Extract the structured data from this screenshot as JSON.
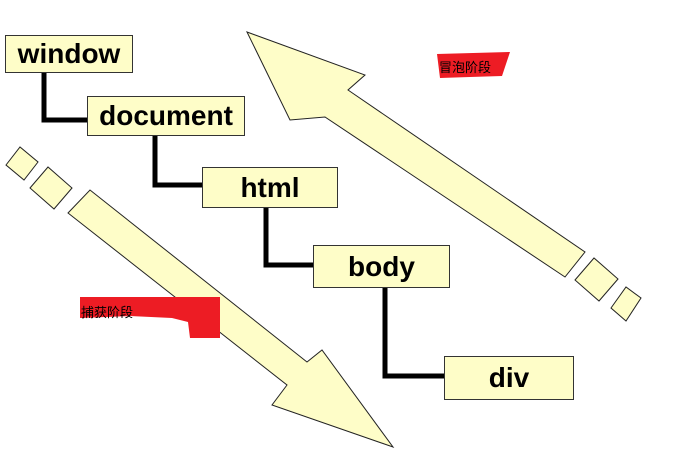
{
  "nodes": [
    "window",
    "document",
    "html",
    "body",
    "div"
  ],
  "phases": {
    "capture": "捕获阶段",
    "bubble": "冒泡阶段"
  },
  "colors": {
    "arrow_fill": "#fefdc8",
    "label_bg": "#ed1c24",
    "connector": "#000000"
  }
}
